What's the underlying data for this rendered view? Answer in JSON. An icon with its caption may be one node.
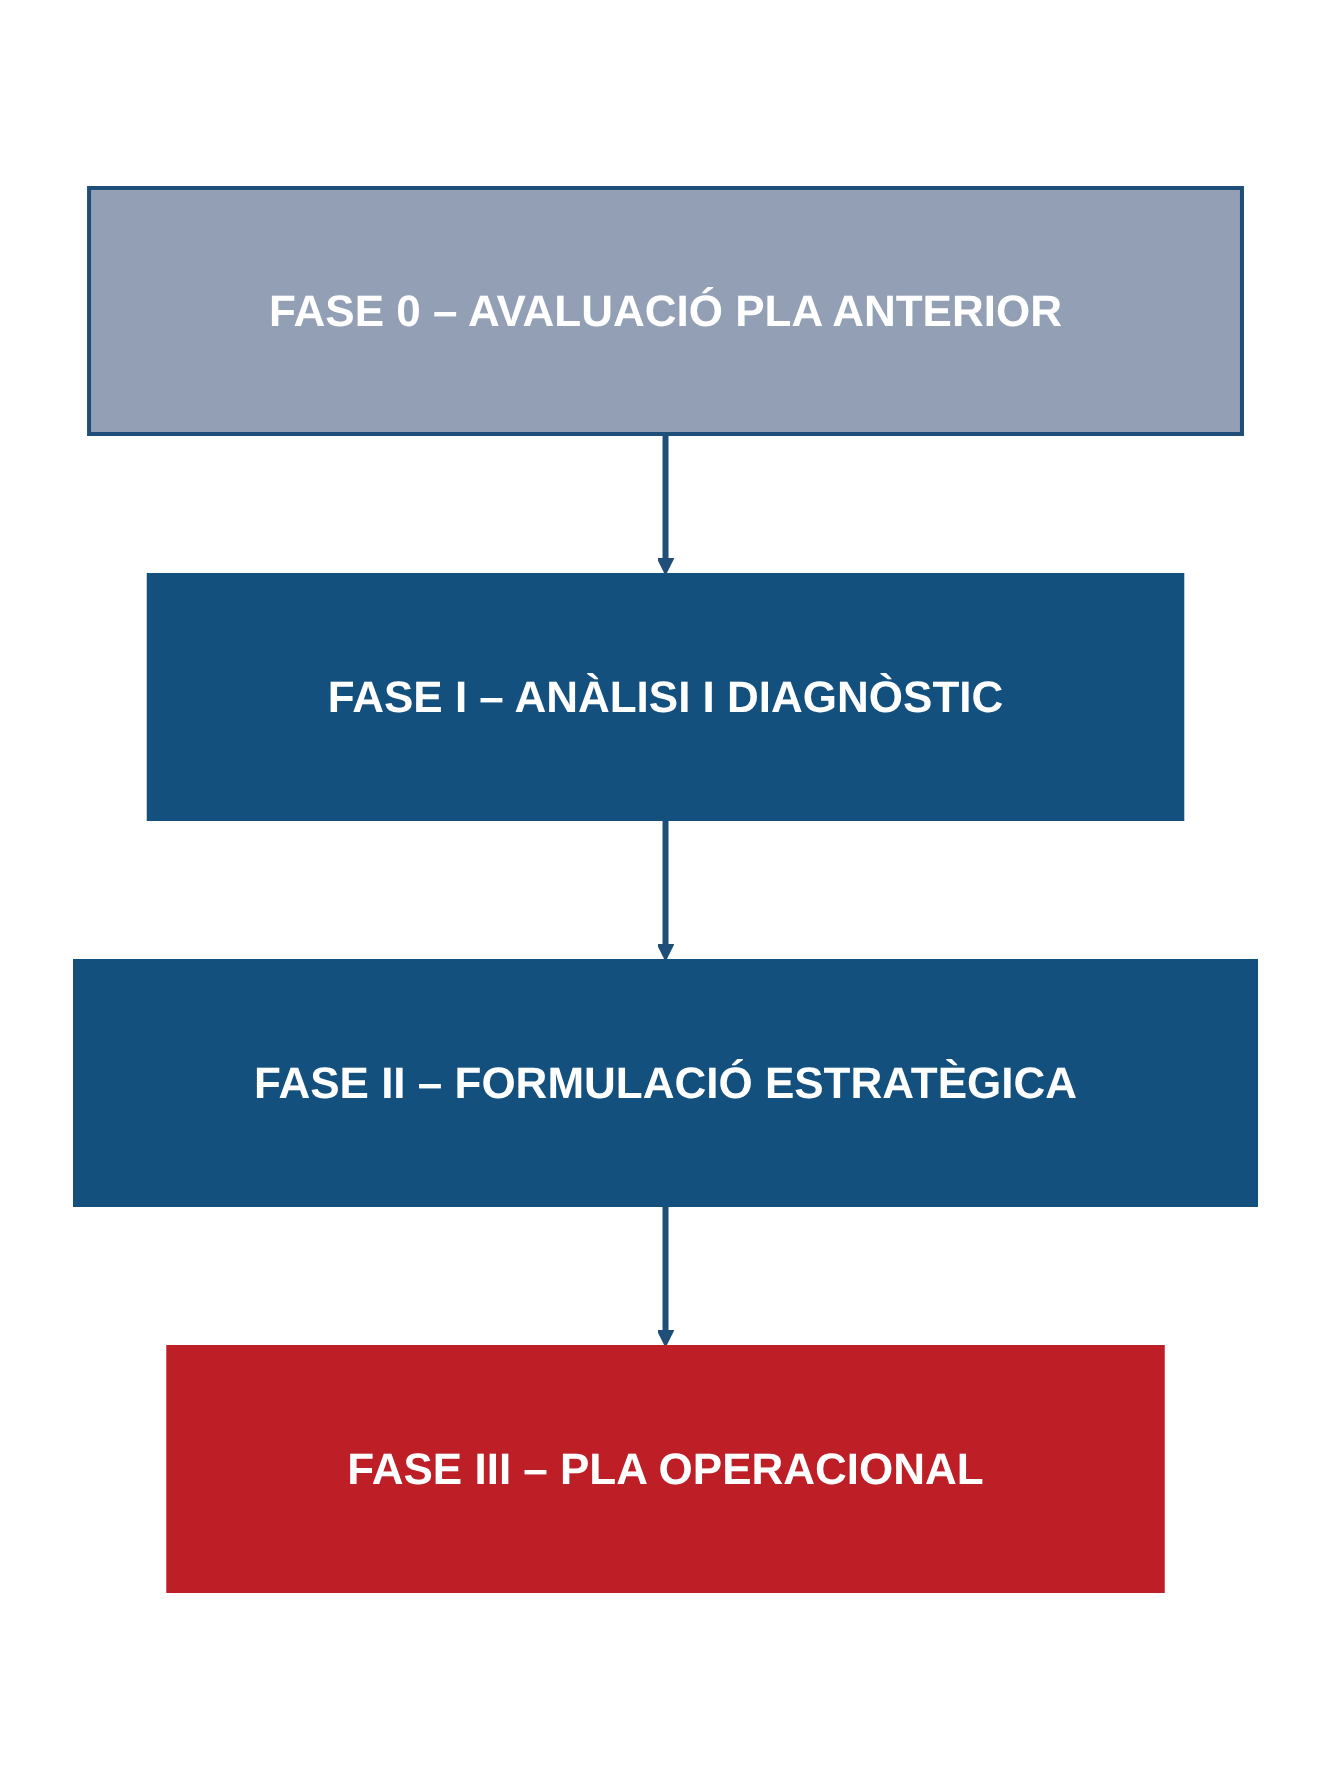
{
  "diagram": {
    "nodes": [
      {
        "text": [
          "FASE 0 – AVALUACIÓ PLA ANTERIOR"
        ]
      },
      {
        "text": [
          "FASE I – ANÀLISI I DIAGNÒSTIC"
        ]
      },
      {
        "text": [
          "FASE II – FORMULACIÓ ESTRATÈGICA"
        ]
      },
      {
        "text": [
          "FASE III – PLA OPERACIONAL"
        ]
      }
    ],
    "edges": [
      {
        "from": 0,
        "to": 1,
        "arrow": "to"
      },
      {
        "from": 1,
        "to": 2,
        "arrow": "to"
      },
      {
        "from": 2,
        "to": 3,
        "arrow": "to"
      }
    ]
  }
}
